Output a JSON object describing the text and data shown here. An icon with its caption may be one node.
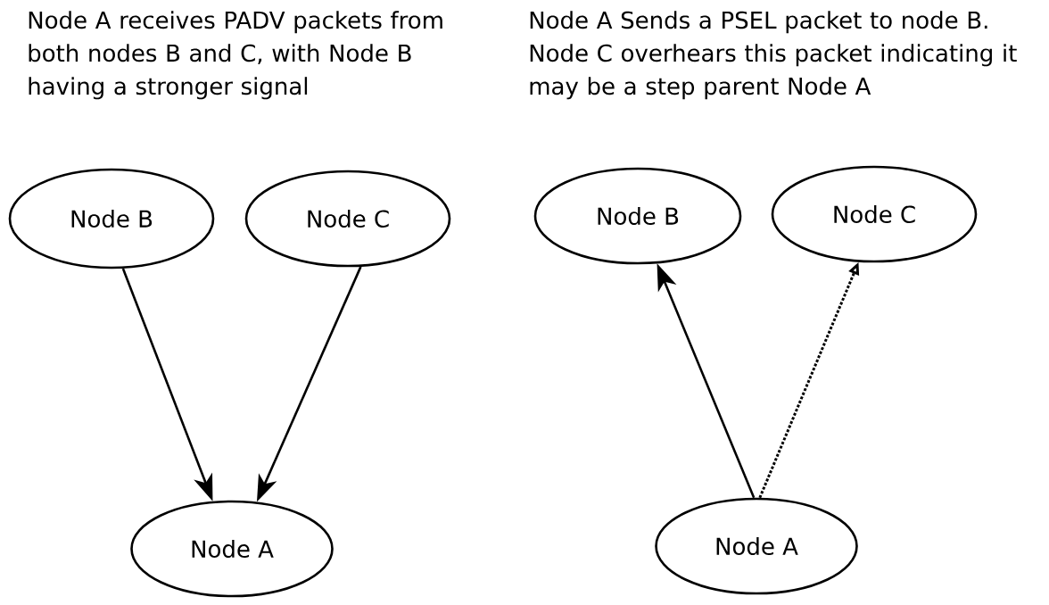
{
  "diagram": {
    "nodes": [
      {
        "text": [
          "Node B"
        ]
      },
      {
        "text": [
          "Node C"
        ]
      },
      {
        "text": [
          "Node A"
        ]
      },
      {
        "text": [
          "Node B"
        ]
      },
      {
        "text": [
          "Node C"
        ]
      },
      {
        "text": [
          "Node A"
        ]
      }
    ],
    "edges": [
      {
        "from": 0,
        "to": 2,
        "arrow": "to"
      },
      {
        "from": 1,
        "to": 2,
        "arrow": "to"
      },
      {
        "from": 5,
        "to": 3,
        "arrow": "to"
      },
      {
        "from": 5,
        "to": 4,
        "arrow": "to",
        "style": "dashed"
      }
    ],
    "labels": [
      "Node A receives PADV packets from both nodes B and C, with Node B having a stronger signal",
      "Node A Sends a PSEL packet to node B.  Node C overhears this packet indicating it may be a step parent Node A"
    ]
  }
}
